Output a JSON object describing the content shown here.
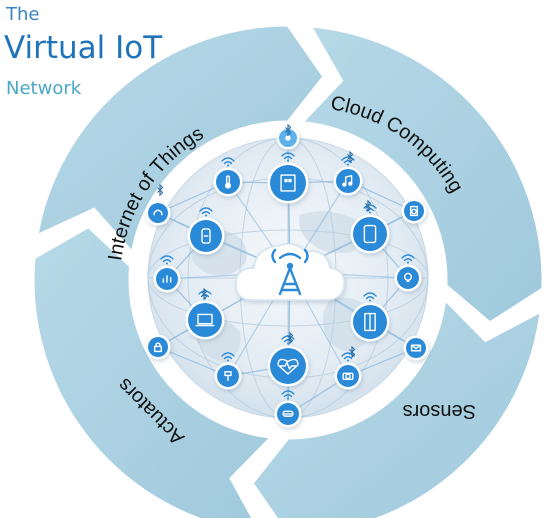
{
  "title": {
    "line1": "The",
    "line2": "Virtual IoT",
    "line3": "Network"
  },
  "cycle": {
    "segments": [
      {
        "label": "Internet of Things"
      },
      {
        "label": "Cloud Computing"
      },
      {
        "label": "Sensors"
      },
      {
        "label": "Actuators"
      }
    ]
  },
  "colors": {
    "ring": "#a8cfe0",
    "ring_dark": "#8fbdd3",
    "globe": "#e6eef6",
    "icon_fill": "#2b8ad8",
    "icon_light": "#5db1ea",
    "line": "#7fb2dc",
    "text_dark": "#111111",
    "title_blue": "#1f73b9"
  },
  "icons": [
    "building-icon",
    "thermometer-icon",
    "music-icon",
    "headphones-icon",
    "washing-machine-icon",
    "battery-icon",
    "tablet-icon",
    "chart-icon",
    "lightbulb-icon",
    "laptop-icon",
    "refrigerator-icon",
    "lock-icon",
    "mail-icon",
    "usb-drive-icon",
    "heart-monitor-icon",
    "camera-icon",
    "bus-icon",
    "paint-icon",
    "cloud-tower-icon"
  ]
}
